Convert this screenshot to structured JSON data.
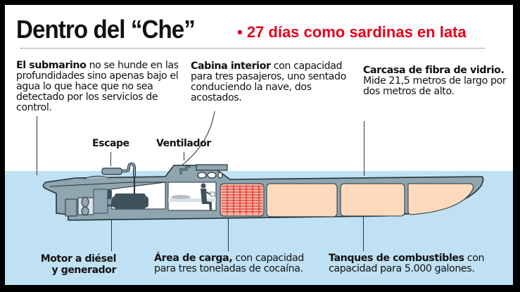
{
  "header": {
    "title": "Dentro del “Che”",
    "subtitle": "• 27 días como sardinas en lata"
  },
  "notes": {
    "submarine": {
      "bold": "El submarino",
      "text": " no se hunde en las profundidades sino apenas bajo el agua lo que hace que no sea detectado por los servicios de control."
    },
    "cabin": {
      "bold": "Cabina interior",
      "text": " con capacidad para tres pasajeros, uno sentado conduciendo la nave, dos acostados."
    },
    "hull": {
      "bold": "Carcasa de fibra de vidrio.",
      "text": " Mide 21,5 metros de largo por dos metros de alto."
    },
    "cargo": {
      "bold": "Área de carga,",
      "text": " con capacidad para tres toneladas de cocaína."
    },
    "tanks": {
      "bold": "Tanques de combustibles",
      "text": " con capacidad para 5.000 galones."
    }
  },
  "labels": {
    "exhaust": "Escape",
    "ventilator": "Ventilador",
    "engine_line1": "Motor a diésel",
    "engine_line2": "y generador"
  },
  "colors": {
    "accent": "#e3001b",
    "water": "#bfe1f3",
    "hull": "#8fa5b0",
    "hull_dark": "#3f525c",
    "tank": "#fdd9bd",
    "cargo": "#f4a08e",
    "cargo_lines": "#d81e1e"
  }
}
